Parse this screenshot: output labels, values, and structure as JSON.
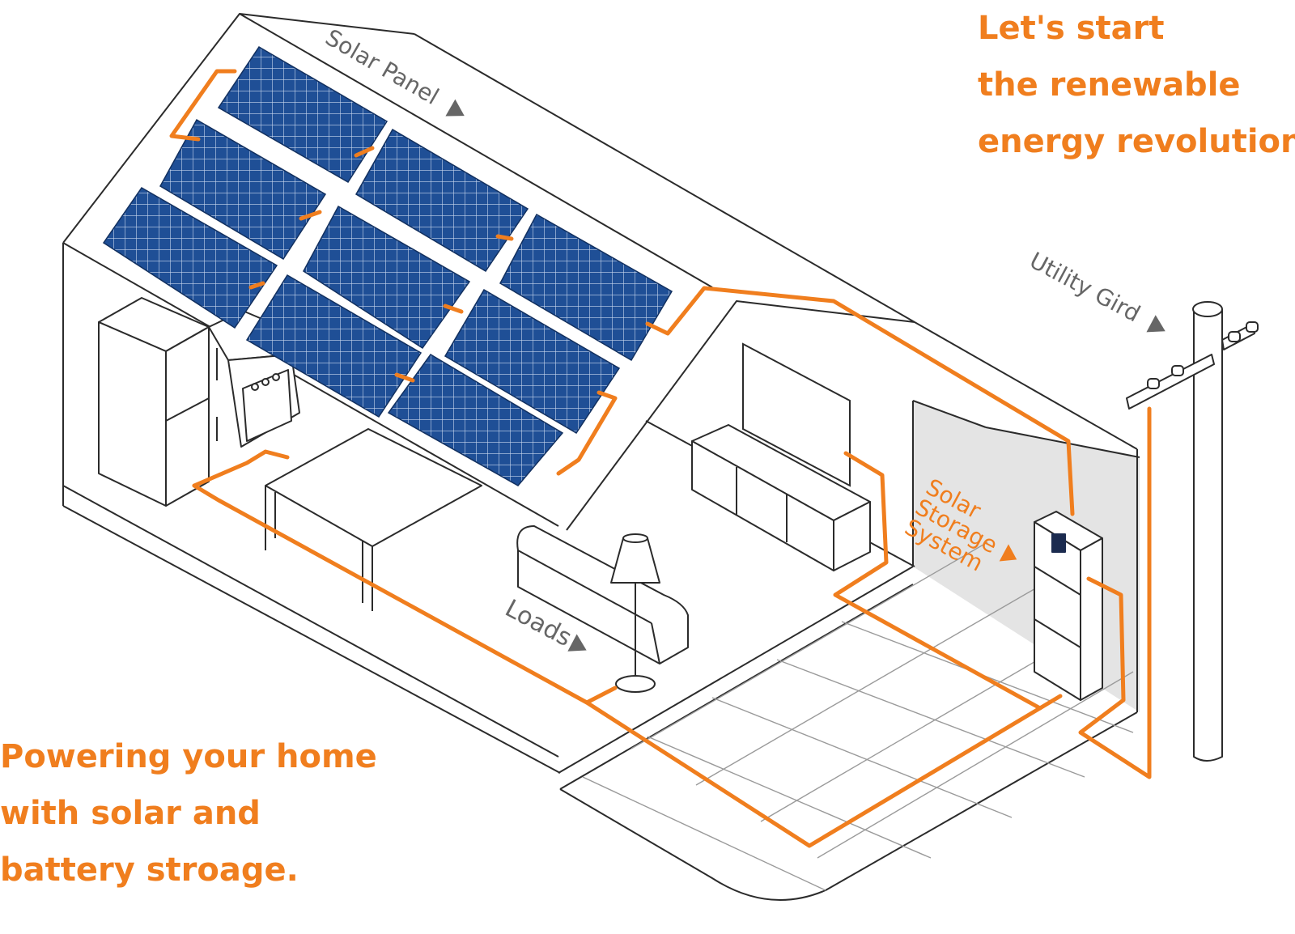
{
  "headline_top": {
    "line1": "Let's start",
    "line2": "the renewable",
    "line3": "energy revolution."
  },
  "headline_bottom": {
    "line1": "Powering your home",
    "line2": "with solar and",
    "line3": "battery stroage."
  },
  "labels": {
    "solar_panel": "Solar Panel",
    "utility_grid": "Utility Gird",
    "loads": "Loads",
    "storage_line1": "Solar",
    "storage_line2": "Storage",
    "storage_line3": "System"
  },
  "colors": {
    "accent": "#f07e1e",
    "outline": "#2b2b2b",
    "label_gray": "#666666",
    "panel_blue": "#1f4f96",
    "wall_shade": "#e4e4e4"
  },
  "icons": [
    "arrow-right-icon",
    "display-screen-icon"
  ]
}
